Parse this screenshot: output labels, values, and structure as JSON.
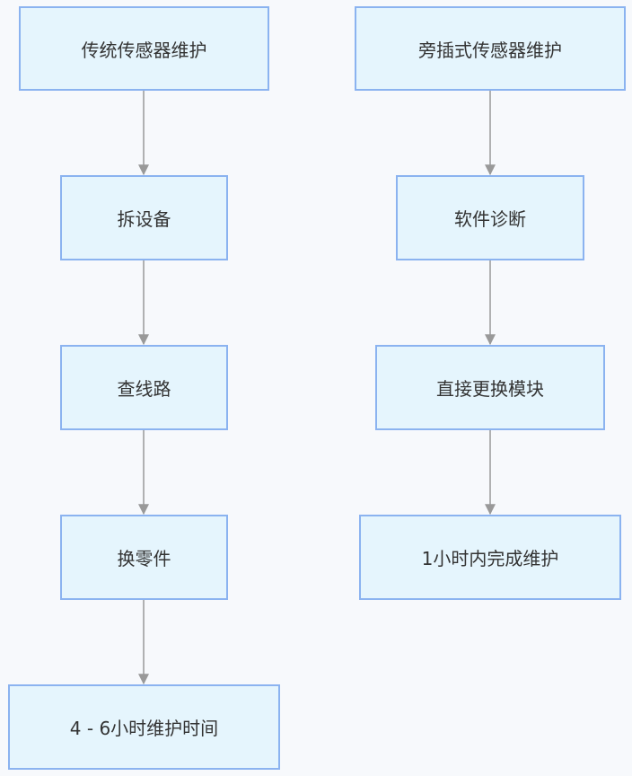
{
  "flowchart": {
    "traditional": {
      "start": "传统传感器维护",
      "step1": "拆设备",
      "step2": "查线路",
      "step3": "换零件",
      "end": "4 - 6小时维护时间"
    },
    "bypass": {
      "start": "旁插式传感器维护",
      "step1": "软件诊断",
      "step2": "直接更换模块",
      "end": "1小时内完成维护"
    }
  },
  "colors": {
    "node_fill": "#e5f5fd",
    "node_border": "#8bb3f0",
    "edge": "#999999",
    "text": "#333333",
    "background": "#f7f9fc"
  }
}
